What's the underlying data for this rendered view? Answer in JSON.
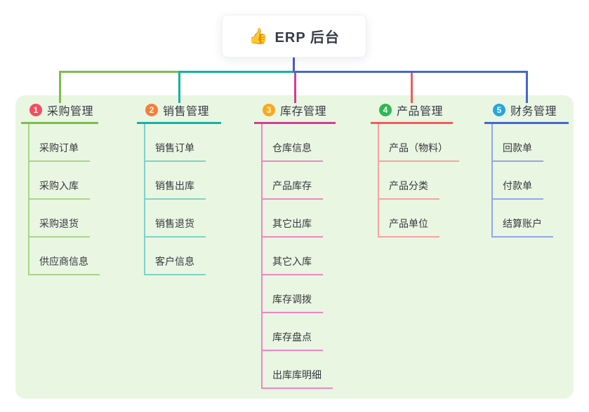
{
  "root": {
    "icon": "👍",
    "label": "ERP 后台"
  },
  "colors": {
    "panel_background": "#e9f6e2",
    "stem_line": "#4a58d2",
    "root_text": "#353b48"
  },
  "branches": [
    {
      "num": "1",
      "label": "采购管理",
      "colors": {
        "badge": "#f44d61",
        "line": "#7cbe4d",
        "child_line": "#a8d585"
      },
      "children": [
        "采购订单",
        "采购入库",
        "采购退货",
        "供应商信息"
      ]
    },
    {
      "num": "2",
      "label": "销售管理",
      "colors": {
        "badge": "#f57e3c",
        "line": "#14b2a5",
        "child_line": "#7fd2c8"
      },
      "children": [
        "销售订单",
        "销售出库",
        "销售退货",
        "客户信息"
      ]
    },
    {
      "num": "3",
      "label": "库存管理",
      "colors": {
        "badge": "#fba919",
        "line": "#d23e96",
        "child_line": "#ee86c2"
      },
      "children": [
        "仓库信息",
        "产品库存",
        "其它出库",
        "其它入库",
        "库存调拨",
        "库存盘点",
        "出库库明细"
      ]
    },
    {
      "num": "4",
      "label": "产品管理",
      "colors": {
        "badge": "#2eb853",
        "line": "#f15b5b",
        "child_line": "#f6a2a2"
      },
      "children": [
        "产品（物料）",
        "产品分类",
        "产品单位"
      ]
    },
    {
      "num": "5",
      "label": "财务管理",
      "colors": {
        "badge": "#27a5de",
        "line": "#4467d2",
        "child_line": "#92a7e6"
      },
      "children": [
        "回款单",
        "付款单",
        "结算账户"
      ]
    }
  ]
}
